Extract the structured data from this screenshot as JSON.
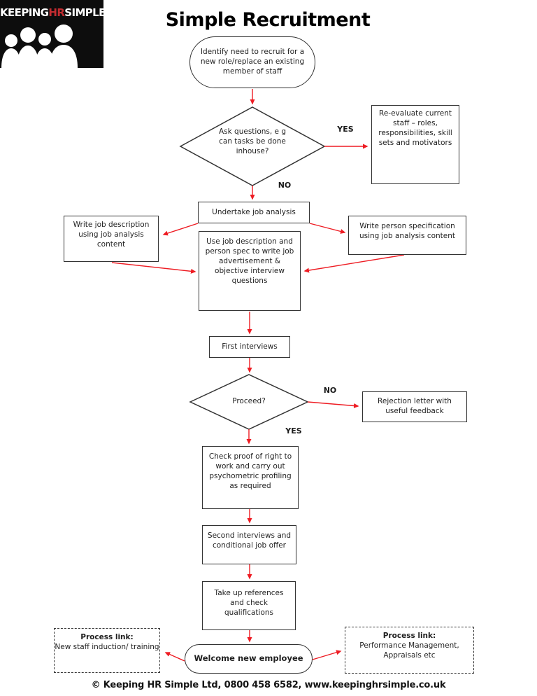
{
  "logo": {
    "keeping": "KEEPING",
    "hr": "HR",
    "simple": "SIMPLE"
  },
  "title": "Simple Recruitment",
  "nodes": {
    "start": {
      "text": "Identify need to recruit for a new role/replace an existing member of staff"
    },
    "ask_questions": {
      "text": "Ask questions, e g can tasks be done inhouse?"
    },
    "re_evaluate": {
      "text": "Re-evaluate current staff – roles, responsibilities, skill sets and motivators"
    },
    "undertake": {
      "text": "Undertake job analysis"
    },
    "write_job_description": {
      "text": "Write job description using job analysis content"
    },
    "write_person_spec": {
      "text": "Write person specification using job analysis content"
    },
    "use_jd_ps": {
      "text": "Use job description and person spec to write job advertisement & objective interview questions"
    },
    "first_interviews": {
      "text": "First interviews"
    },
    "proceed": {
      "text": "Proceed?"
    },
    "rejection": {
      "text": "Rejection letter with useful feedback"
    },
    "check_proof": {
      "text": "Check proof of right to work and carry out psychometric profiling as required"
    },
    "second_interviews": {
      "text": "Second interviews and conditional job offer"
    },
    "references": {
      "text": "Take up references and check qualifications"
    },
    "welcome": {
      "text": "Welcome new employee"
    },
    "process_link_left": {
      "heading": "Process link:",
      "text": "New staff induction/ training"
    },
    "process_link_right": {
      "heading": "Process link:",
      "text": "Performance Management, Appraisals etc"
    }
  },
  "edge_labels": {
    "yes1": "YES",
    "no1": "NO",
    "no2": "NO",
    "yes2": "YES"
  },
  "footer": "© Keeping HR Simple Ltd, 0800 458 6582, www.keepinghrsimple.co.uk",
  "colors": {
    "arrow": "#ee1c23",
    "node_border": "#333333",
    "text": "#1f1f1f",
    "logo_bg": "#0d0d0d",
    "logo_hr_red": "#c22c30"
  }
}
